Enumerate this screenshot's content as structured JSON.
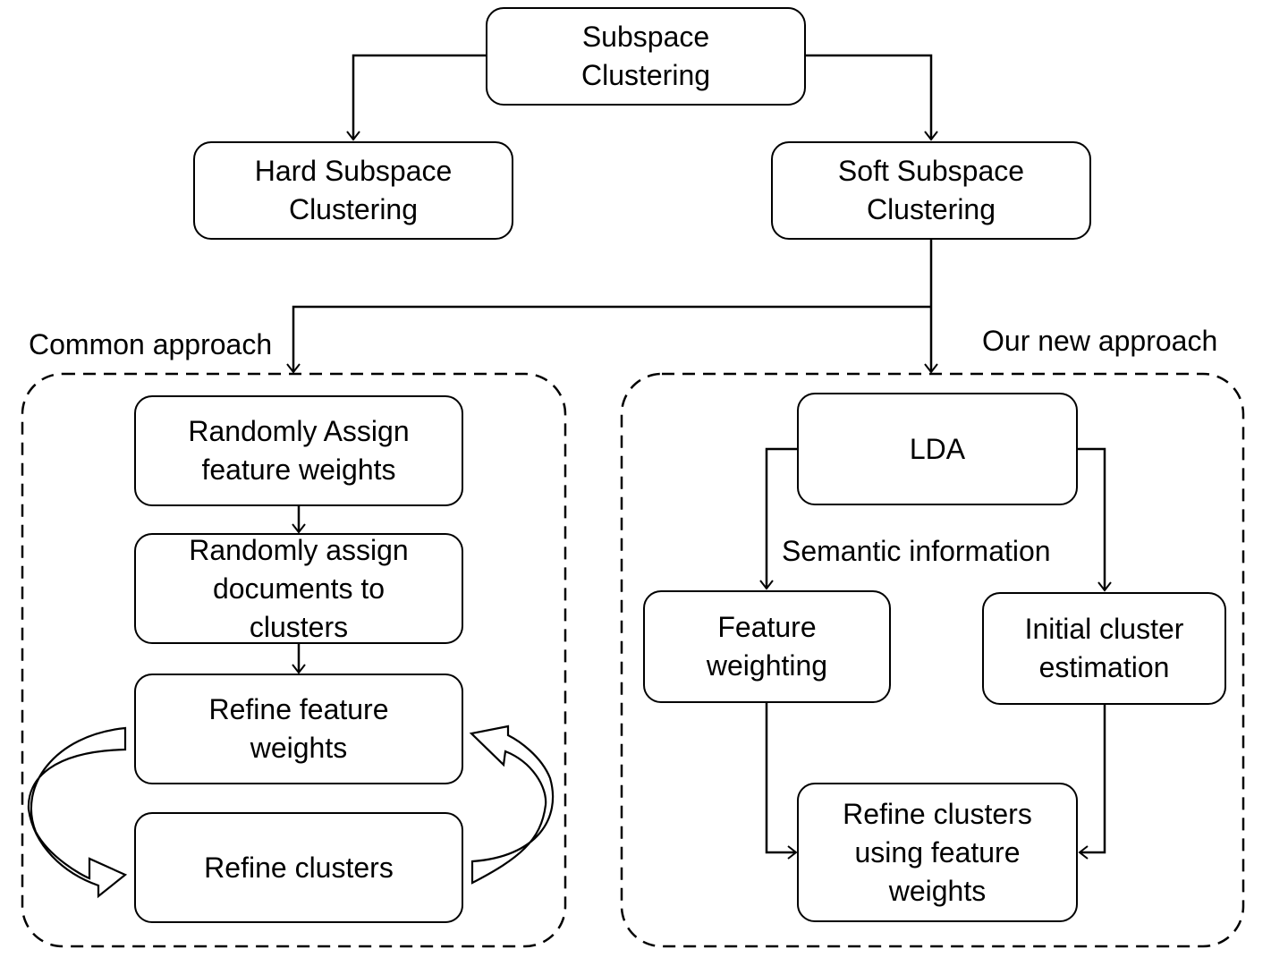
{
  "diagram": {
    "root": "Subspace\nClustering",
    "hard": "Hard Subspace\nClustering",
    "soft": "Soft Subspace\nClustering",
    "common": {
      "title": "Common approach",
      "steps": [
        "Randomly Assign\nfeature weights",
        "Randomly assign\ndocuments to\nclusters",
        "Refine feature\nweights",
        "Refine clusters"
      ]
    },
    "new": {
      "title": "Our new approach",
      "lda": "LDA",
      "edge_label": "Semantic information",
      "feature": "Feature\nweighting",
      "initial": "Initial cluster\nestimation",
      "refine": "Refine clusters\nusing feature\nweights"
    }
  }
}
